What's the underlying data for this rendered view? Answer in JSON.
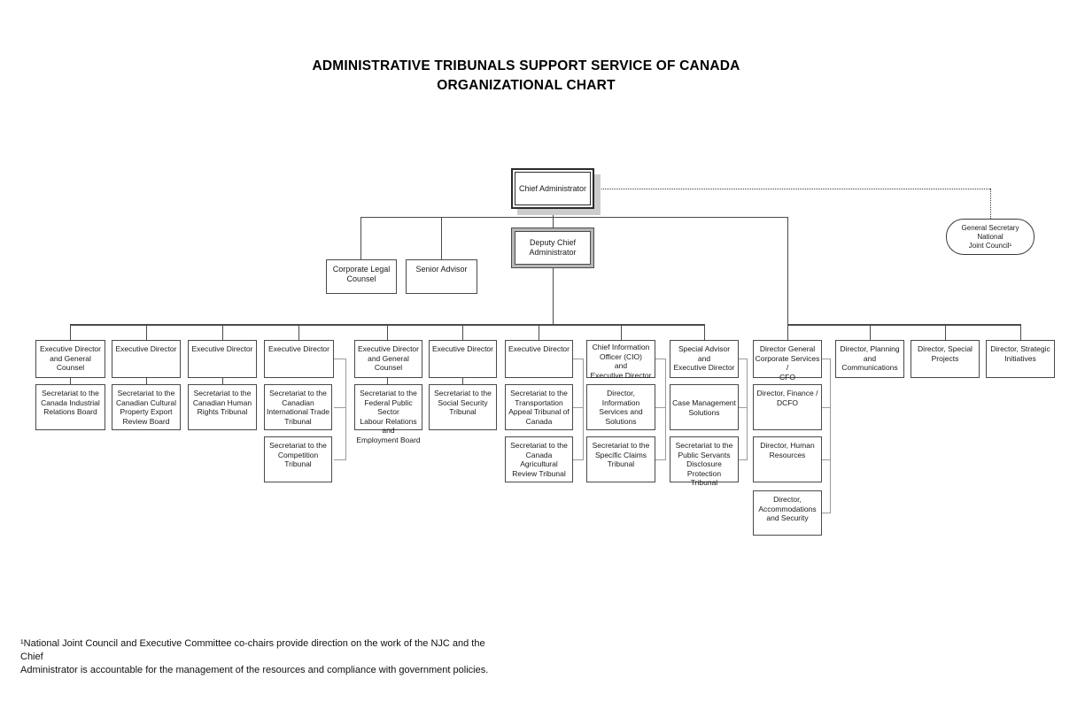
{
  "title": {
    "line1": "ADMINISTRATIVE TRIBUNALS SUPPORT SERVICE OF CANADA",
    "line2": "ORGANIZATIONAL CHART"
  },
  "executive": {
    "chief": "Chief Administrator",
    "deputy": "Deputy Chief\nAdministrator",
    "corporate_legal_counsel": "Corporate Legal\nCounsel",
    "senior_advisor": "Senior Advisor",
    "general_secretary_njc": "General Secretary\nNational\nJoint Council¹"
  },
  "columns": [
    {
      "head": "Executive Director\nand General Counsel",
      "children": [
        "Secretariat to the\nCanada Industrial\nRelations Board"
      ]
    },
    {
      "head": "Executive Director",
      "children": [
        "Secretariat to the\nCanadian Cultural\nProperty Export\nReview Board"
      ]
    },
    {
      "head": "Executive Director",
      "children": [
        "Secretariat to the\nCanadian Human\nRights Tribunal"
      ]
    },
    {
      "head": "Executive Director",
      "children": [
        "Secretariat to the\nCanadian\nInternational Trade\nTribunal",
        "Secretariat to the\nCompetition Tribunal"
      ]
    },
    {
      "head": "Executive Director\nand General Counsel",
      "children": [
        "Secretariat to the\nFederal Public Sector\nLabour Relations and\nEmployment Board"
      ]
    },
    {
      "head": "Executive Director",
      "children": [
        "Secretariat to the\nSocial Security\nTribunal"
      ]
    },
    {
      "head": "Executive Director",
      "children": [
        "Secretariat to the\nTransportation\nAppeal Tribunal of\nCanada",
        "Secretariat to the\nCanada Agricultural\nReview Tribunal"
      ]
    },
    {
      "head": "Chief Information\nOfficer (CIO)\nand\nExecutive Director",
      "children": [
        "Director, Information\nServices and\nSolutions",
        "Secretariat to the\nSpecific Claims\nTribunal"
      ]
    },
    {
      "head": "Special Advisor\nand\nExecutive Director",
      "children": [
        "Case Management\nSolutions",
        "Secretariat to the\nPublic Servants\nDisclosure Protection\nTribunal"
      ]
    },
    {
      "head": "Director General\nCorporate Services /\nCFO",
      "children": [
        "Director, Finance /\nDCFO",
        "Director, Human\nResources",
        "Director,\nAccommodations\nand Security"
      ]
    },
    {
      "head": "Director, Planning\nand Communications",
      "children": []
    },
    {
      "head": "Director, Special\nProjects",
      "children": []
    },
    {
      "head": "Director, Strategic\nInitiatives",
      "children": []
    }
  ],
  "footnote": "¹National Joint Council and Executive Committee co-chairs provide direction on the work of the NJC and the Chief\nAdministrator is accountable for the management of the resources and compliance with government policies.",
  "colors": {
    "box_border": "#4a4a4a",
    "main_line": "#4a4a4a",
    "side_line": "#9a9a9a",
    "chief_shadow": "#cccccc",
    "deputy_frame": "#b7b7b7"
  }
}
